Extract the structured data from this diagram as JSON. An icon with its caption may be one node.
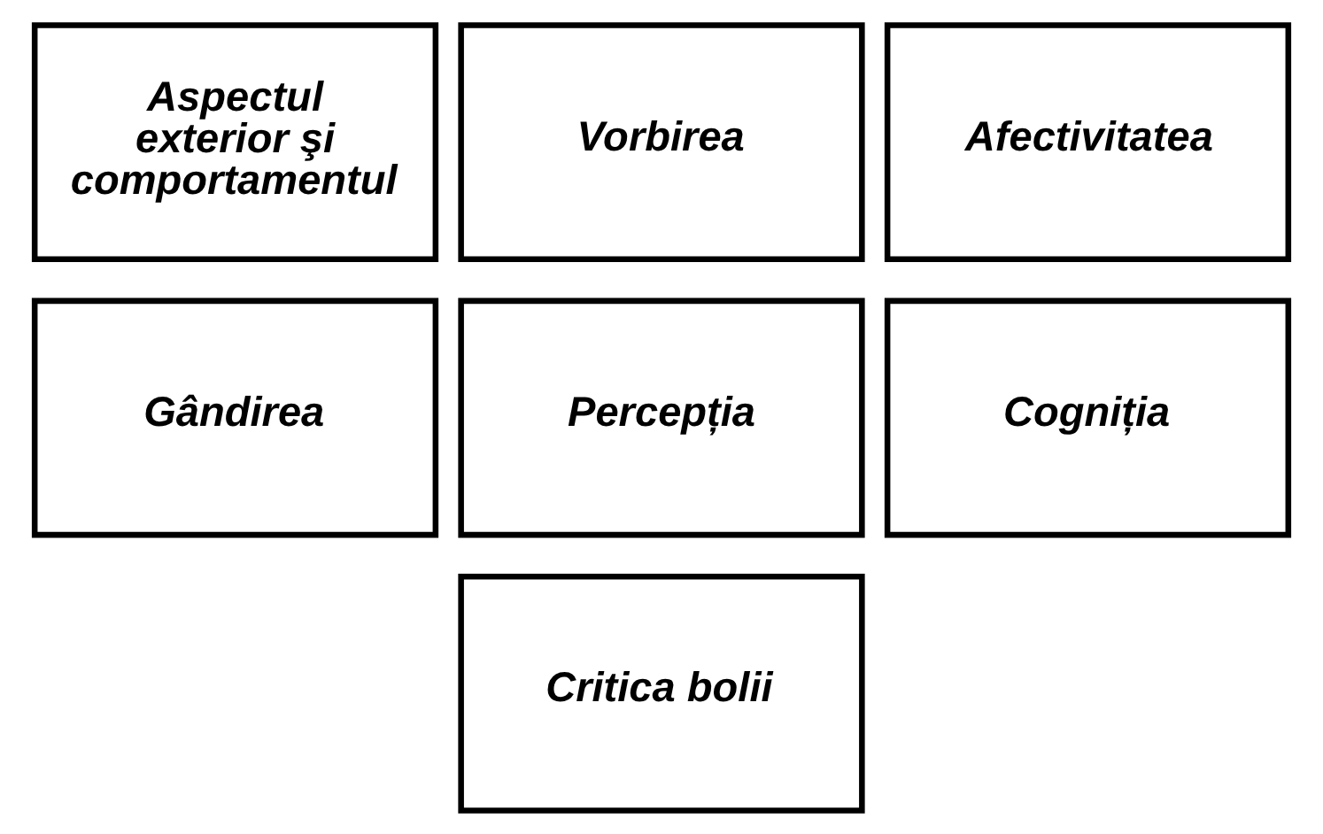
{
  "diagram": {
    "nodes": [
      {
        "text": [
          "Aspectul exterior şi comportamentul"
        ]
      },
      {
        "text": [
          "Vorbirea"
        ]
      },
      {
        "text": [
          "Afectivitatea"
        ]
      },
      {
        "text": [
          "Gândirea"
        ]
      },
      {
        "text": [
          "Percepția"
        ]
      },
      {
        "text": [
          "Cogniția"
        ]
      },
      {
        "text": [
          "Critica bolii"
        ]
      }
    ]
  }
}
